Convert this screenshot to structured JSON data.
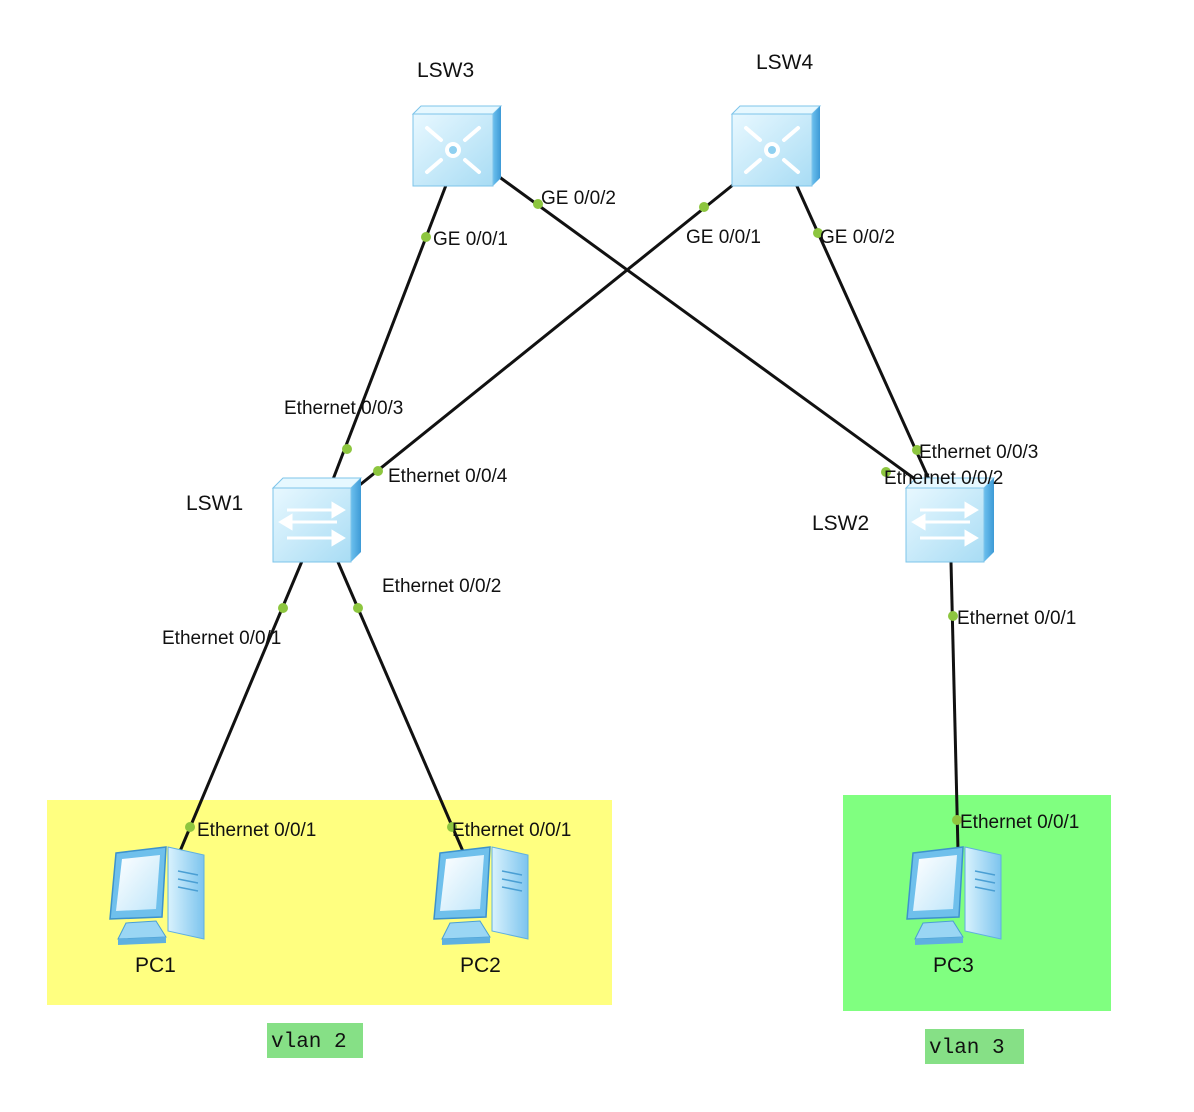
{
  "zones": [
    {
      "id": "vlan2",
      "label": "vlan 2",
      "color": "#ffff80",
      "label_bg": "#86e086"
    },
    {
      "id": "vlan3",
      "label": "vlan 3",
      "color": "#80ff80",
      "label_bg": "#86e086"
    }
  ],
  "nodes": [
    {
      "id": "lsw3",
      "label": "LSW3",
      "type": "l3-switch-icon"
    },
    {
      "id": "lsw4",
      "label": "LSW4",
      "type": "l3-switch-icon"
    },
    {
      "id": "lsw1",
      "label": "LSW1",
      "type": "l2-switch-icon"
    },
    {
      "id": "lsw2",
      "label": "LSW2",
      "type": "l2-switch-icon"
    },
    {
      "id": "pc1",
      "label": "PC1",
      "type": "pc-icon"
    },
    {
      "id": "pc2",
      "label": "PC2",
      "type": "pc-icon"
    },
    {
      "id": "pc3",
      "label": "PC3",
      "type": "pc-icon"
    }
  ],
  "links": [
    {
      "id": "lsw3-lsw1",
      "from": "lsw3",
      "to": "lsw1",
      "from_port": "GE 0/0/1",
      "to_port": "Ethernet 0/0/3"
    },
    {
      "id": "lsw3-lsw2",
      "from": "lsw3",
      "to": "lsw2",
      "from_port": "GE 0/0/2",
      "to_port": "Ethernet 0/0/2"
    },
    {
      "id": "lsw4-lsw1",
      "from": "lsw4",
      "to": "lsw1",
      "from_port": "GE 0/0/1",
      "to_port": "Ethernet 0/0/4"
    },
    {
      "id": "lsw4-lsw2",
      "from": "lsw4",
      "to": "lsw2",
      "from_port": "GE 0/0/2",
      "to_port": "Ethernet 0/0/3"
    },
    {
      "id": "lsw1-pc1",
      "from": "lsw1",
      "to": "pc1",
      "from_port": "Ethernet 0/0/1",
      "to_port": "Ethernet 0/0/1"
    },
    {
      "id": "lsw1-pc2",
      "from": "lsw1",
      "to": "pc2",
      "from_port": "Ethernet 0/0/2",
      "to_port": "Ethernet 0/0/1"
    },
    {
      "id": "lsw2-pc3",
      "from": "lsw2",
      "to": "pc3",
      "from_port": "Ethernet 0/0/1",
      "to_port": "Ethernet 0/0/1"
    }
  ],
  "colors": {
    "port_dot": "#8dc63f",
    "switch_face": "#c4ecfb",
    "switch_side": "#5fb6e8",
    "switch_top": "#e6f8ff"
  }
}
